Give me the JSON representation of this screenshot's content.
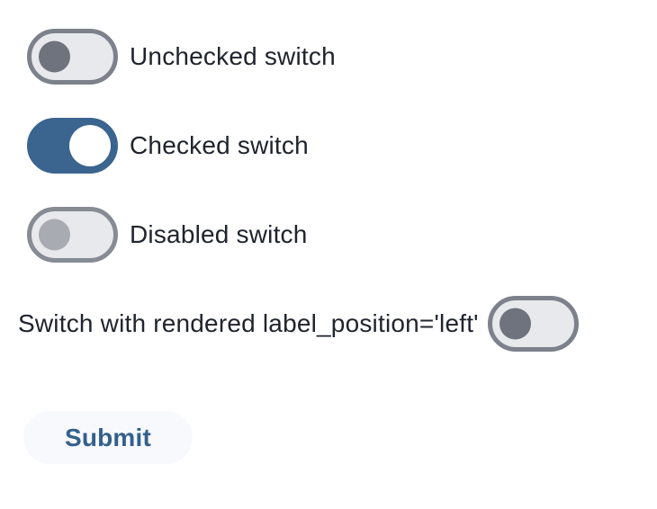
{
  "colors": {
    "accent_blue": "#3b648f",
    "track_gray": "#e8e9ec",
    "track_border_gray": "#7c818b",
    "thumb_dark_gray": "#6e737d",
    "thumb_disabled_gray": "#a8abb2",
    "checked_thumb": "#ffffff",
    "label_text": "#20242e",
    "submit_background": "#f8f9fd",
    "submit_text": "#33608c"
  },
  "switches": [
    {
      "label": "Unchecked switch",
      "state": "unchecked",
      "disabled": false,
      "label_position": "right"
    },
    {
      "label": "Checked switch",
      "state": "checked",
      "disabled": false,
      "label_position": "right"
    },
    {
      "label": "Disabled switch",
      "state": "unchecked",
      "disabled": true,
      "label_position": "right"
    },
    {
      "label": "Switch with rendered label_position='left'",
      "state": "unchecked",
      "disabled": false,
      "label_position": "left"
    }
  ],
  "submit_button": {
    "label": "Submit"
  }
}
